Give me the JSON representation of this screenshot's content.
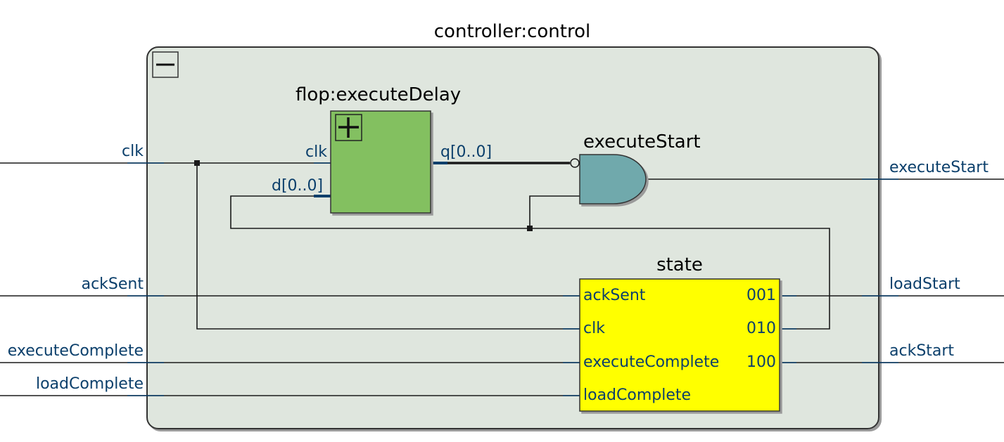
{
  "controller": {
    "title": "controller:control",
    "collapse_symbol": "−"
  },
  "flop": {
    "title": "flop:executeDelay",
    "expand_symbol": "+",
    "ports": {
      "clk": "clk",
      "d": "d[0..0]",
      "q": "q[0..0]"
    }
  },
  "gate": {
    "title": "executeStart"
  },
  "state": {
    "title": "state",
    "inputs": [
      "ackSent",
      "clk",
      "executeComplete",
      "loadComplete"
    ],
    "outputs": [
      "001",
      "010",
      "100"
    ]
  },
  "external_inputs": [
    "clk",
    "ackSent",
    "executeComplete",
    "loadComplete"
  ],
  "external_outputs": [
    "executeStart",
    "loadStart",
    "ackStart"
  ],
  "colors": {
    "container_fill": "#dfe6de",
    "flop_fill": "#83c061",
    "gate_fill": "#6fa9ac",
    "state_fill": "#ffff00",
    "wire": "#1a1a1a",
    "port_label": "#0b3f6b"
  }
}
